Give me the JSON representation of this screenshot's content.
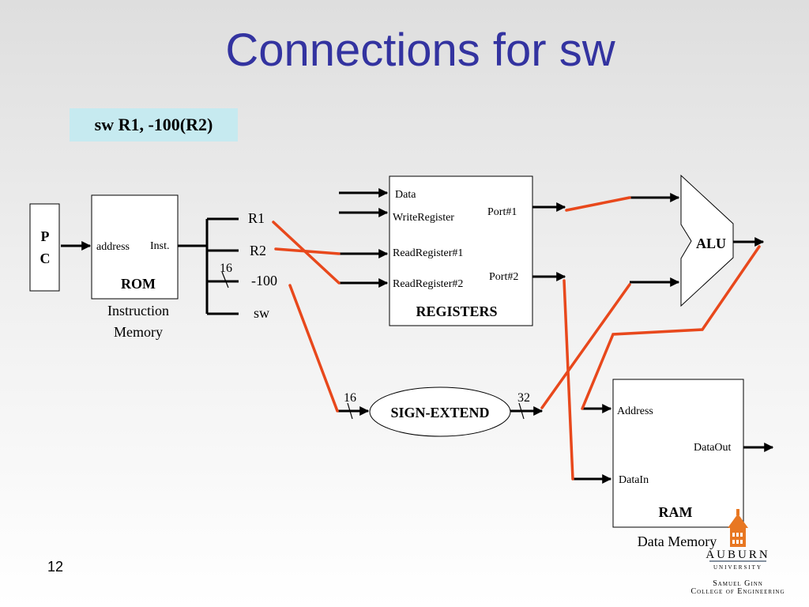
{
  "slide": {
    "title": "Connections for sw",
    "page_number": "12"
  },
  "instruction": "sw R1, -100(R2)",
  "pc": {
    "line1": "P",
    "line2": "C"
  },
  "rom": {
    "address_label": "address",
    "inst_label": "Inst.",
    "title": "ROM",
    "caption_line1": "Instruction",
    "caption_line2": "Memory"
  },
  "fields": {
    "r1": "R1",
    "r2": "R2",
    "imm": "-100",
    "op": "sw",
    "imm_width": "16"
  },
  "registers": {
    "data": "Data",
    "write_register": "WriteRegister",
    "read_register_1": "ReadRegister#1",
    "read_register_2": "ReadRegister#2",
    "port1": "Port#1",
    "port2": "Port#2",
    "title": "REGISTERS"
  },
  "alu": {
    "label": "ALU"
  },
  "sign_extend": {
    "label": "SIGN-EXTEND",
    "in_width": "16",
    "out_width": "32"
  },
  "ram": {
    "address": "Address",
    "data_out": "DataOut",
    "data_in": "DataIn",
    "title": "RAM",
    "caption": "Data Memory"
  },
  "logo": {
    "name": "AUBURN",
    "sub": "UNIVERSITY",
    "line1": "Samuel Ginn",
    "line2": "College of Engineering",
    "brand_orange": "#e87722",
    "brand_navy": "#0c2340"
  },
  "colors": {
    "wire_red": "#e8481c",
    "title_blue": "#3333a0",
    "box_teal": "#c6eaf0"
  }
}
